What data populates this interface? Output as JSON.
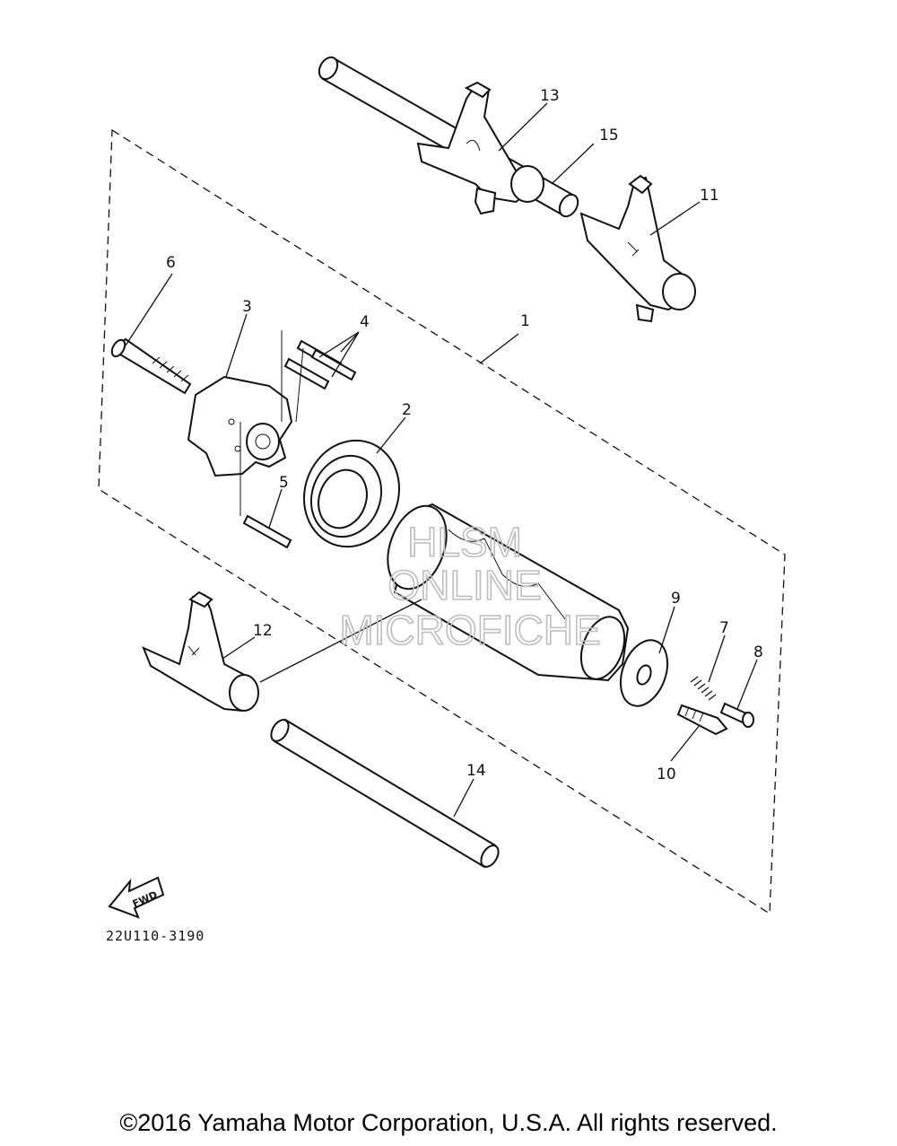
{
  "diagram": {
    "callouts": {
      "p1": "1",
      "p2": "2",
      "p3": "3",
      "p4": "4",
      "p5": "5",
      "p6": "6",
      "p7": "7",
      "p8": "8",
      "p9": "9",
      "p10": "10",
      "p11": "11",
      "p12": "12",
      "p13": "13",
      "p14": "14",
      "p15": "15"
    },
    "fwd_label": "FWD",
    "drawing_code": "22U110-3190"
  },
  "watermark": {
    "line1": "HLSM",
    "line2": "ONLINE",
    "line3": "MICROFICHE"
  },
  "footer": {
    "copyright": "©2016 Yamaha Motor Corporation, U.S.A. All rights reserved."
  }
}
